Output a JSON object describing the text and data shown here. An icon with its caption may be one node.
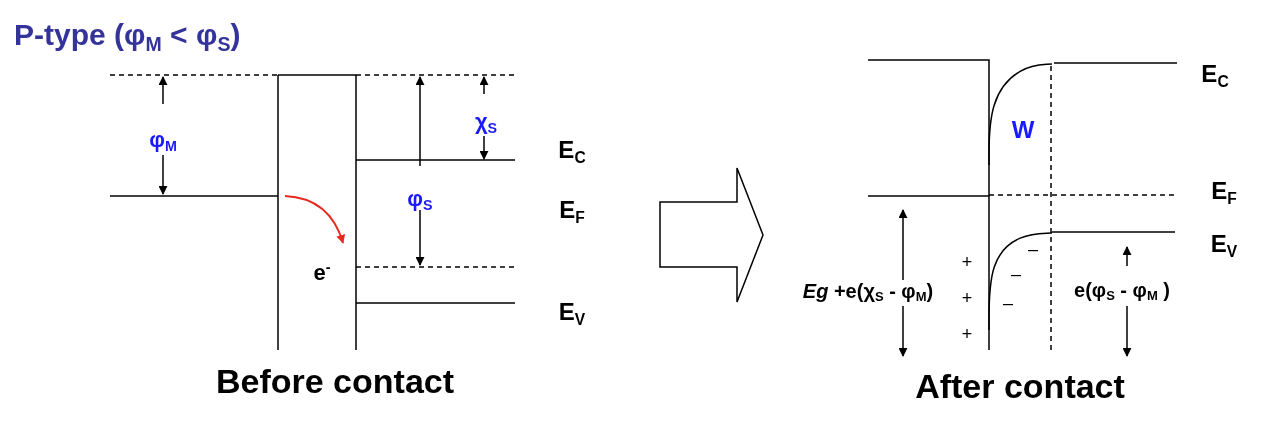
{
  "diagram": {
    "title": "P-type (φ$_{M}$ < φ$_{S}$)",
    "labels": [
      "φ$_{M}$",
      "χ$_{S}$",
      "E$_{C}$",
      "φ$_{S}$",
      "E$_{F}$",
      "e$^{-}$",
      "E$_{V}$",
      "Before contact",
      "E$_{C}$",
      "W",
      "E$_{F}$",
      "E$_{V}$",
      "+",
      "+",
      "+",
      "–",
      "–",
      "–",
      "*Eg* +e(χ$_{S}$ - φ$_{M}$)",
      "e(φ$_{S}$ - φ$_{M}$ )",
      "After contact"
    ]
  }
}
